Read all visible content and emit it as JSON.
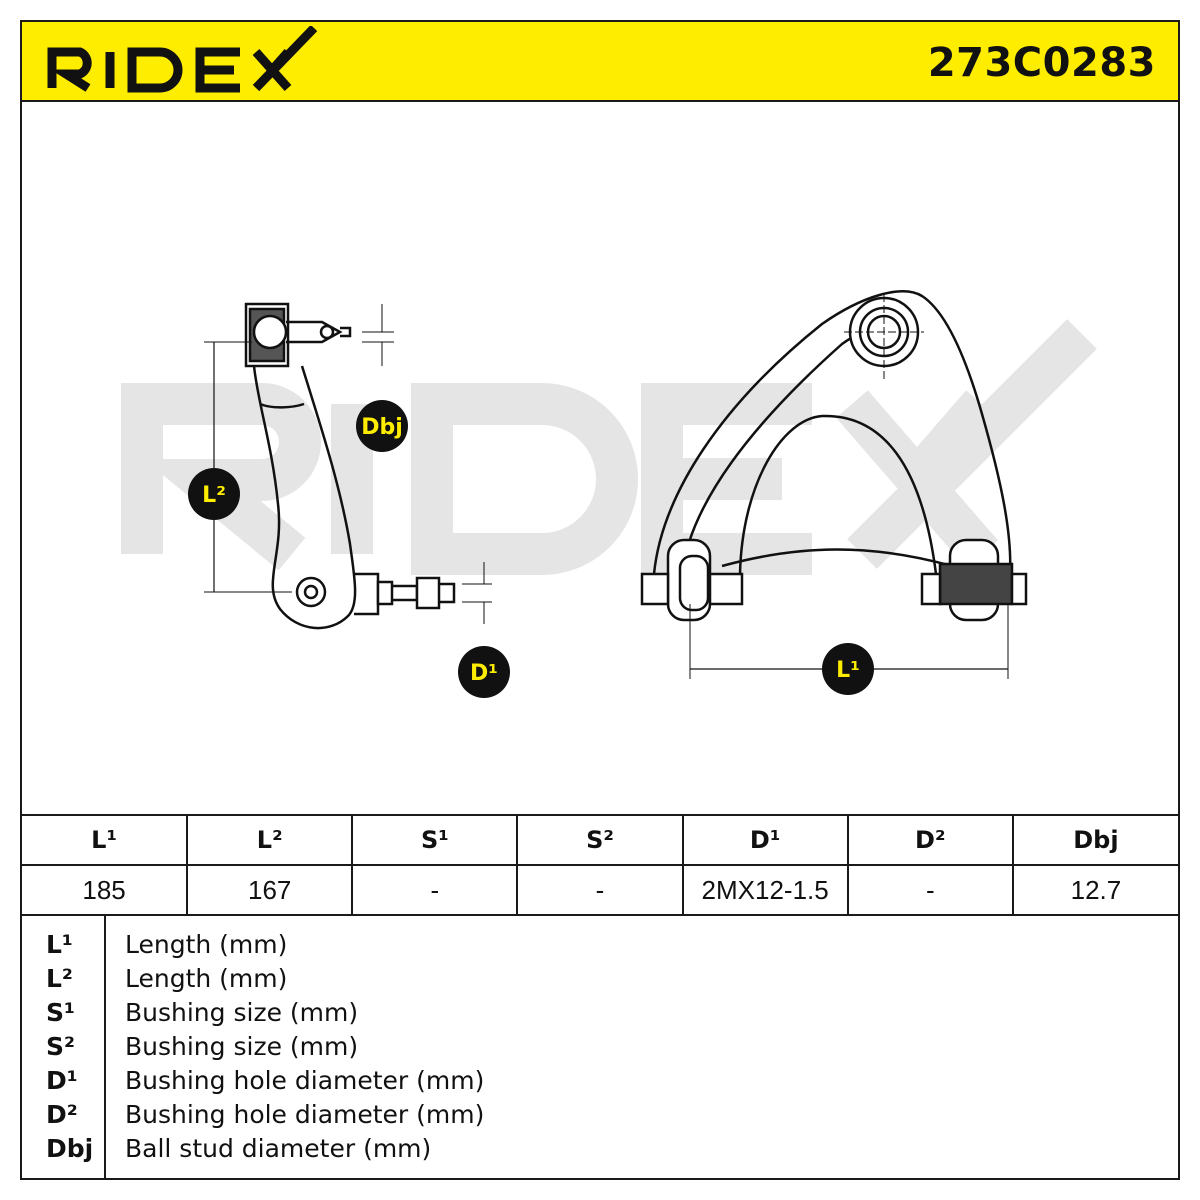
{
  "brand": {
    "logo_text": "RIDEX",
    "part_number": "273C0283",
    "accent_color": "#ffed00",
    "watermark_color": "#e5e5e5"
  },
  "drawing": {
    "labels": {
      "dbj": "Dbj",
      "l2": "L²",
      "d1": "D¹",
      "l1": "L¹"
    }
  },
  "table": {
    "headers": [
      "L¹",
      "L²",
      "S¹",
      "S²",
      "D¹",
      "D²",
      "Dbj"
    ],
    "values": [
      "185",
      "167",
      "-",
      "-",
      "2MX12-1.5",
      "-",
      "12.7"
    ]
  },
  "legend": [
    {
      "symbol": "L¹",
      "description": "Length (mm)"
    },
    {
      "symbol": "L²",
      "description": "Length (mm)"
    },
    {
      "symbol": "S¹",
      "description": "Bushing size (mm)"
    },
    {
      "symbol": "S²",
      "description": "Bushing size (mm)"
    },
    {
      "symbol": "D¹",
      "description": "Bushing hole diameter (mm)"
    },
    {
      "symbol": "D²",
      "description": "Bushing hole diameter (mm)"
    },
    {
      "symbol": "Dbj",
      "description": "Ball stud diameter (mm)"
    }
  ]
}
